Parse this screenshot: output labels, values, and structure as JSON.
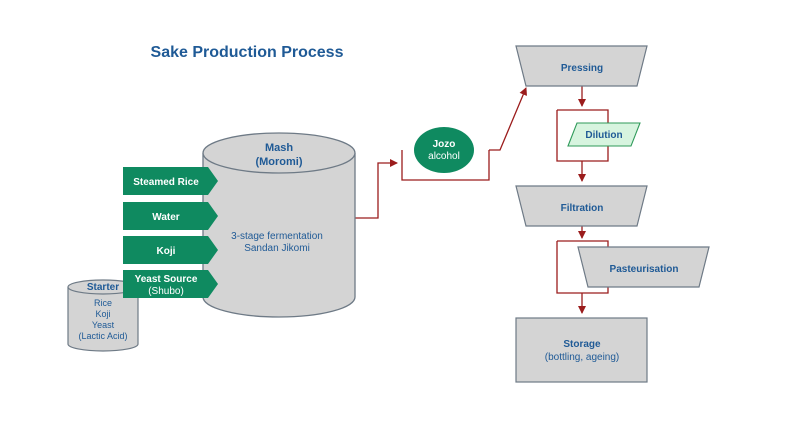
{
  "title": "Sake Production Process",
  "colors": {
    "title": "#1f5a96",
    "green": "#0f8a60",
    "gray": "#d4d4d4",
    "stroke": "#6e7a86",
    "arrow": "#9b1c1c",
    "dilution_fill": "#d7f4df",
    "dilution_stroke": "#2f9a5a"
  },
  "mash": {
    "title": "Mash",
    "subtitle": "(Moromi)",
    "line1": "3-stage fermentation",
    "line2": "Sandan Jikomi"
  },
  "starter": {
    "title": "Starter",
    "items": [
      "Rice",
      "Koji",
      "Yeast",
      "(Lactic Acid)"
    ]
  },
  "inputs": {
    "steamed_rice": "Steamed Rice",
    "water": "Water",
    "koji": "Koji",
    "yeast_source": "Yeast Source",
    "yeast_source_sub": "(Shubo)"
  },
  "jozo": {
    "title": "Jozo",
    "subtitle": "alcohol"
  },
  "steps": {
    "pressing": "Pressing",
    "dilution": "Dilution",
    "filtration": "Filtration",
    "pasteurisation": "Pasteurisation",
    "storage": "Storage",
    "storage_sub": "(bottling, ageing)"
  }
}
